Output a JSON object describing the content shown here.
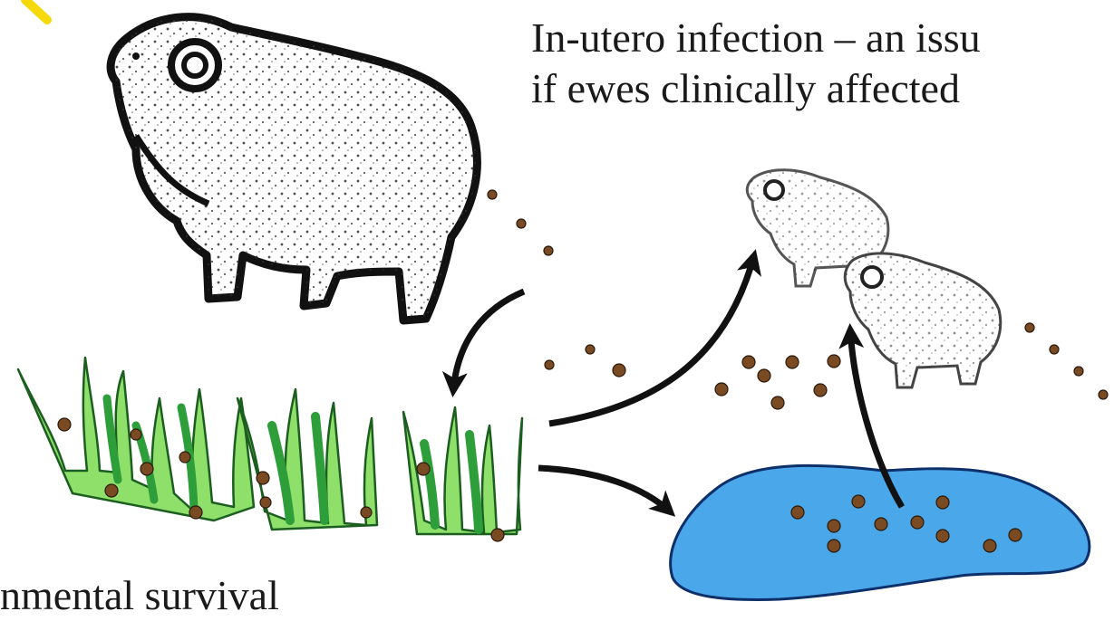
{
  "captions": {
    "in_utero_line1": "In-utero infection – an issu",
    "in_utero_line2": "if ewes clinically affected",
    "environment_partial": "nmental survival"
  },
  "colors": {
    "grass_light": "#8fe06a",
    "grass_dark": "#2e9e3a",
    "water": "#4aa8ea",
    "particle": "#7a4a22",
    "ink": "#111111",
    "highlight": "#f5d90a"
  },
  "icons": [
    "ram-icon",
    "sheep-icon",
    "grass-icon",
    "pond-icon",
    "arrow-icon"
  ]
}
